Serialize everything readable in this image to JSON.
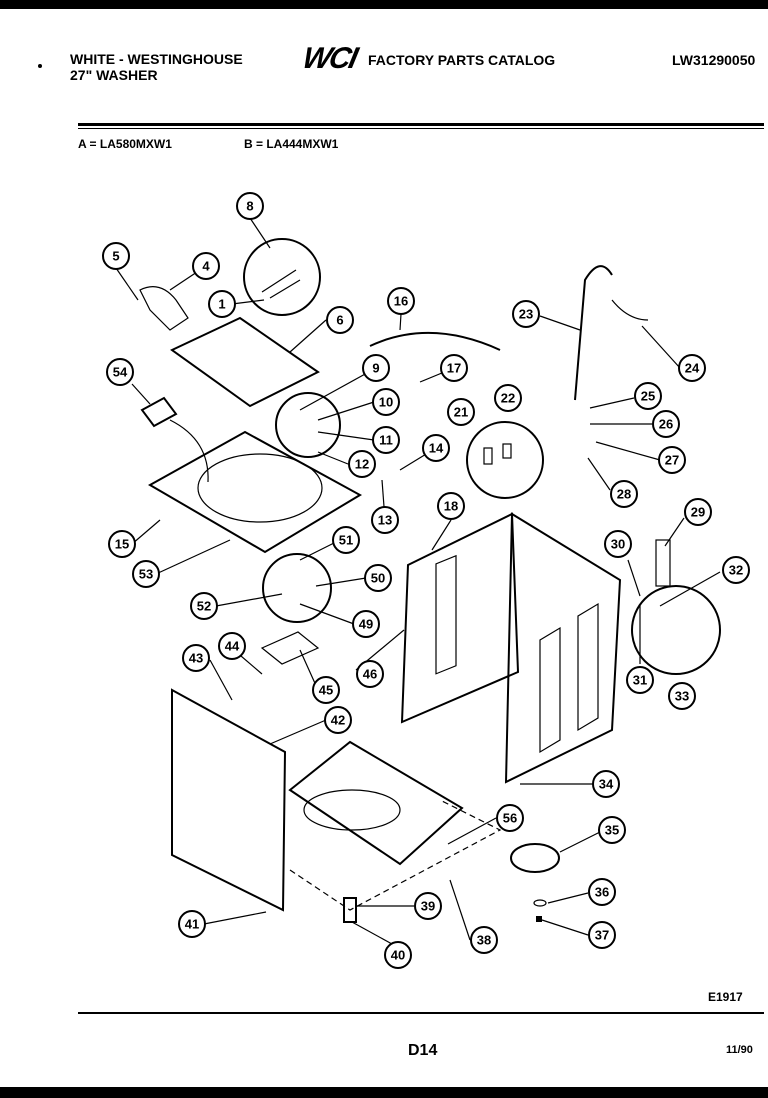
{
  "header": {
    "brand_line1": "WHITE - WESTINGHOUSE",
    "brand_line2": "27\" WASHER",
    "logo_text": "WCI",
    "catalog_title": "FACTORY PARTS CATALOG",
    "document_number": "LW31290050"
  },
  "models": [
    {
      "key": "A",
      "model": "A = LA580MXW1"
    },
    {
      "key": "B",
      "model": "B = LA444MXW1"
    }
  ],
  "callouts": [
    "1",
    "4",
    "5",
    "6",
    "8",
    "9",
    "10",
    "11",
    "12",
    "13",
    "14",
    "15",
    "16",
    "17",
    "18",
    "21",
    "22",
    "23",
    "24",
    "25",
    "26",
    "27",
    "28",
    "29",
    "30",
    "31",
    "32",
    "33",
    "34",
    "35",
    "36",
    "37",
    "38",
    "39",
    "40",
    "41",
    "42",
    "43",
    "44",
    "45",
    "46",
    "49",
    "50",
    "51",
    "52",
    "53",
    "54",
    "56"
  ],
  "footer": {
    "figure_code": "E1917",
    "page": "D14",
    "date": "11/90"
  }
}
